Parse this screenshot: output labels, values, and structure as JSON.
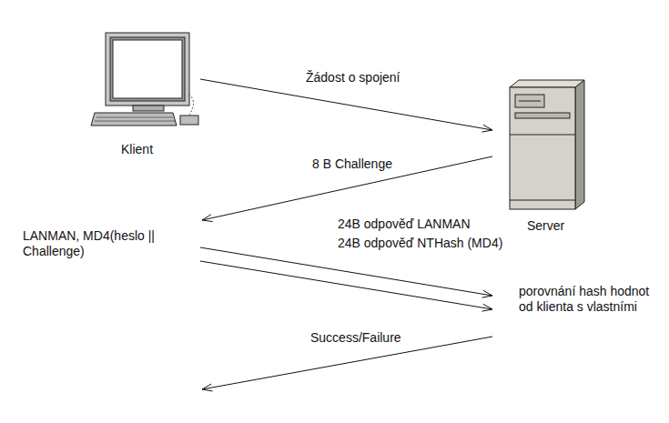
{
  "diagram": {
    "nodes": [
      {
        "text": [
          "Klient"
        ]
      },
      {
        "text": [
          "Server"
        ]
      }
    ],
    "edges": [
      {
        "from": 0,
        "to": 1,
        "label": "Žádost o spojení",
        "arrow": "to"
      },
      {
        "from": 1,
        "to": 0,
        "label": "8 B Challenge",
        "arrow": "to"
      },
      {
        "from": 0,
        "to": 1,
        "label": "24B odpověď LANMAN",
        "arrow": "to"
      },
      {
        "from": 0,
        "to": 1,
        "label": "24B odpověď NTHash (MD4)",
        "arrow": "to"
      },
      {
        "from": 1,
        "to": 0,
        "label": "Success/Failure",
        "arrow": "to"
      }
    ],
    "labels": [
      "LANMAN, MD4(heslo || Challenge)",
      "porovnání hash hodnot od klienta s vlastními"
    ]
  }
}
